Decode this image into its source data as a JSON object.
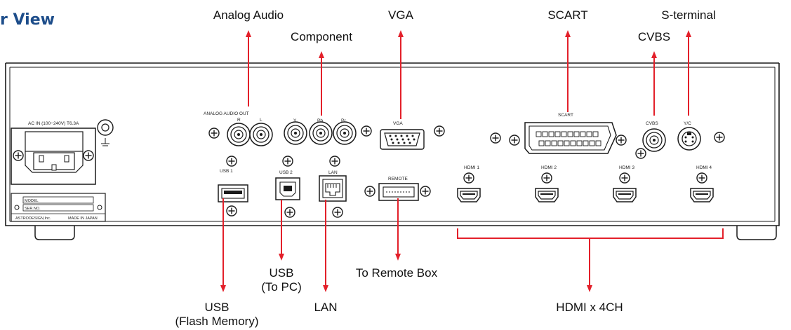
{
  "title": "r View",
  "callouts": {
    "analog_audio": "Analog Audio",
    "component": "Component",
    "vga": "VGA",
    "scart": "SCART",
    "s_terminal": "S-terminal",
    "cvbs": "CVBS",
    "usb_flash_line1": "USB",
    "usb_flash_line2": "(Flash Memory)",
    "usb_pc_line1": "USB",
    "usb_pc_line2": "(To PC)",
    "lan": "LAN",
    "remote": "To Remote Box",
    "hdmi": "HDMI x 4CH"
  },
  "panel_labels": {
    "ac_in": "AC IN (100−240V) T6.3A",
    "analog_audio_out": "ANALOG AUDIO OUT",
    "audio_r": "R",
    "audio_l": "L",
    "comp_y": "Y",
    "comp_pb": "Pb",
    "comp_pr": "Pr",
    "vga": "VGA",
    "scart": "SCART",
    "cvbs": "CVBS",
    "yc": "Y/C",
    "usb1": "USB 1",
    "usb2": "USB 2",
    "lan": "LAN",
    "remote": "REMOTE",
    "hdmi1": "HDMI 1",
    "hdmi2": "HDMI 2",
    "hdmi3": "HDMI 3",
    "hdmi4": "HDMI 4",
    "plate_model": "MODEL",
    "plate_serno": "SER.NO.",
    "plate_maker": "ASTRODESIGN,Inc.",
    "plate_origin": "MADE IN JAPAN"
  },
  "colors": {
    "arrow": "#e3202a",
    "title": "#1d4d8a",
    "line_art": "#1a1a1a"
  }
}
